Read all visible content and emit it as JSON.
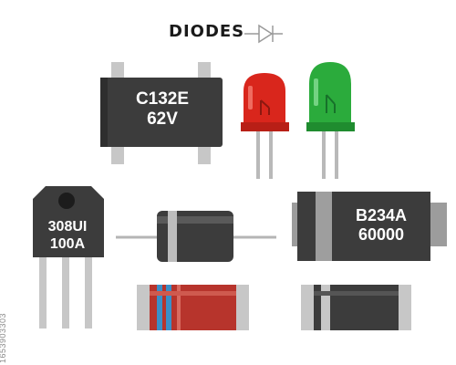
{
  "title": "DIODES",
  "colors": {
    "dark_body": "#3c3c3c",
    "pin": "#c7c7c7",
    "led_red": "#d9261c",
    "led_green": "#2bab3c",
    "band_red": "#b7342c",
    "band_blue": "#3a8fc8"
  },
  "components": {
    "bridge": {
      "line1": "C132E",
      "line2": "62V"
    },
    "to220": {
      "line1": "308UI",
      "line2": "100A"
    },
    "smd": {
      "line1": "B234A",
      "line2": "60000"
    }
  },
  "icons": {
    "diode_symbol": "diode-symbol-icon"
  },
  "side_id": "1653903303"
}
